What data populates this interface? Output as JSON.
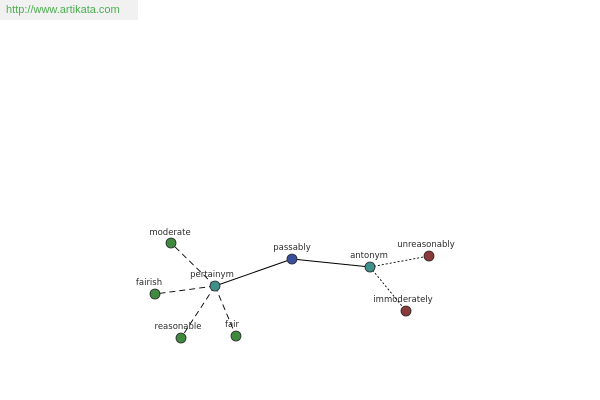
{
  "banner": {
    "url_text": "http://www.artikata.com"
  },
  "palette": {
    "center": "#3a4f9a",
    "relation": "#3f8f8a",
    "synonym": "#3f8a3f",
    "antonym": "#8a3a3a",
    "edge": "#000000"
  },
  "graph": {
    "nodes": [
      {
        "id": "passably",
        "label": "passably",
        "kind": "center"
      },
      {
        "id": "pertainym",
        "label": "pertainym",
        "kind": "relation"
      },
      {
        "id": "antonym",
        "label": "antonym",
        "kind": "relation"
      },
      {
        "id": "moderate",
        "label": "moderate",
        "kind": "synonym"
      },
      {
        "id": "fairish",
        "label": "fairish",
        "kind": "synonym"
      },
      {
        "id": "reasonable",
        "label": "reasonable",
        "kind": "synonym"
      },
      {
        "id": "fair",
        "label": "fair",
        "kind": "synonym"
      },
      {
        "id": "unreasonably",
        "label": "unreasonably",
        "kind": "antonym"
      },
      {
        "id": "immoderately",
        "label": "immoderately",
        "kind": "antonym"
      }
    ],
    "edges": [
      {
        "from": "passably",
        "to": "pertainym",
        "style": "solid"
      },
      {
        "from": "passably",
        "to": "antonym",
        "style": "solid"
      },
      {
        "from": "pertainym",
        "to": "moderate",
        "style": "dashed"
      },
      {
        "from": "pertainym",
        "to": "fairish",
        "style": "dashed"
      },
      {
        "from": "pertainym",
        "to": "reasonable",
        "style": "dashed"
      },
      {
        "from": "pertainym",
        "to": "fair",
        "style": "dashed"
      },
      {
        "from": "antonym",
        "to": "unreasonably",
        "style": "dotted"
      },
      {
        "from": "antonym",
        "to": "immoderately",
        "style": "dotted"
      }
    ]
  }
}
